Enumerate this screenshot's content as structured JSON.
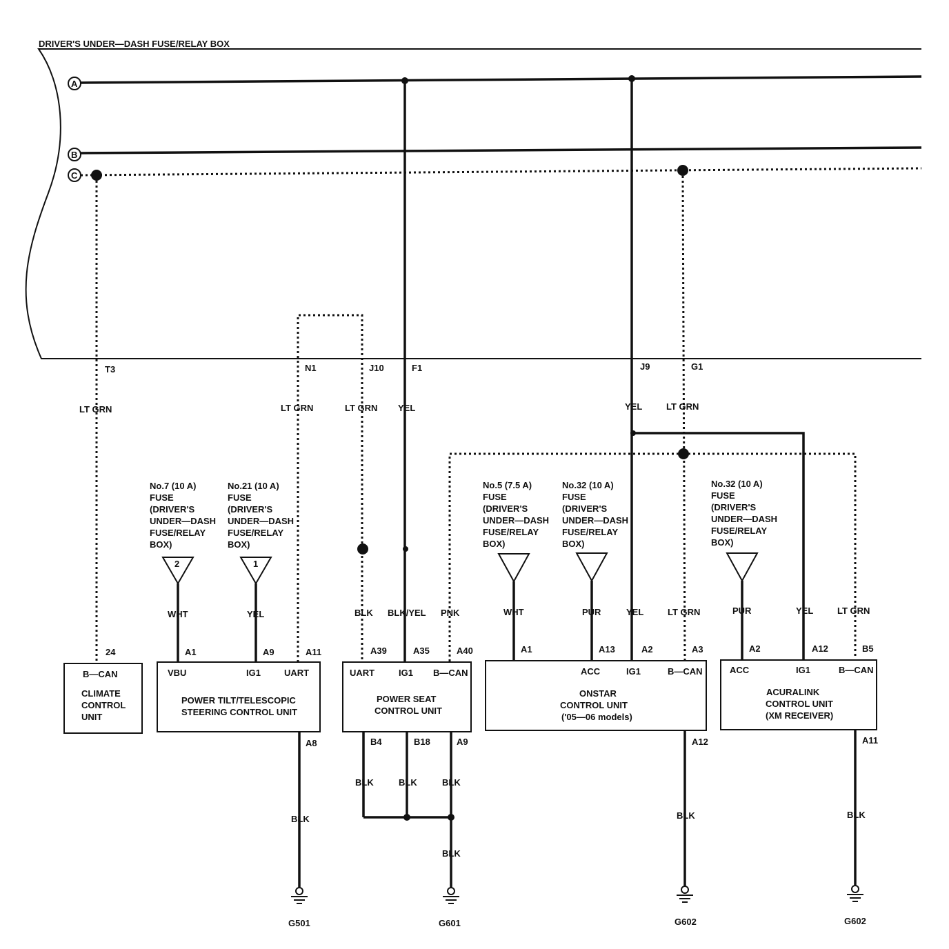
{
  "title": "DRIVER'S UNDER—DASH FUSE/RELAY BOX",
  "buses": {
    "a": "A",
    "b": "B",
    "c": "C"
  },
  "terminals": {
    "t3": "T3",
    "n1": "N1",
    "j10": "J10",
    "f1": "F1",
    "j9": "J9",
    "g1": "G1",
    "climate_24": "24",
    "tilt_a1": "A1",
    "tilt_a9": "A9",
    "tilt_a11": "A11",
    "tilt_a8": "A8",
    "seat_a39": "A39",
    "seat_a35": "A35",
    "seat_a40": "A40",
    "seat_b4": "B4",
    "seat_b18": "B18",
    "seat_a9": "A9",
    "onstar_a1": "A1",
    "onstar_a13": "A13",
    "onstar_a2": "A2",
    "onstar_a3": "A3",
    "onstar_a12": "A12",
    "acura_a2": "A2",
    "acura_a12": "A12",
    "acura_b5": "B5",
    "acura_a11": "A11"
  },
  "wires": {
    "t3": "LT GRN",
    "n1": "LT GRN",
    "j10": "LT GRN",
    "f1": "YEL",
    "j9": "YEL",
    "g1": "LT GRN",
    "tilt_vbu": "WHT",
    "tilt_ig1": "YEL",
    "seat_uart": "BLK",
    "seat_ig1": "BLK/YEL",
    "seat_bcan": "PNK",
    "onstar_wht": "WHT",
    "onstar_pur": "PUR",
    "onstar_yel": "YEL",
    "onstar_ltgrn": "LT GRN",
    "acura_pur": "PUR",
    "acura_yel": "YEL",
    "acura_ltgrn": "LT GRN",
    "tilt_gnd": "BLK",
    "seat_b4": "BLK",
    "seat_b18": "BLK",
    "seat_a9": "BLK",
    "seat_gnd": "BLK",
    "onstar_gnd": "BLK",
    "acura_gnd": "BLK"
  },
  "fuses": {
    "f7": {
      "lines": [
        "No.7 (10 A)",
        "FUSE",
        "(DRIVER'S",
        "UNDER—DASH",
        "FUSE/RELAY",
        "BOX)"
      ],
      "num": "2"
    },
    "f21": {
      "lines": [
        "No.21 (10 A)",
        "FUSE",
        "(DRIVER'S",
        "UNDER—DASH",
        "FUSE/RELAY",
        "BOX)"
      ],
      "num": "1"
    },
    "f5": {
      "lines": [
        "No.5 (7.5 A)",
        "FUSE",
        "(DRIVER'S",
        "UNDER—DASH",
        "FUSE/RELAY",
        "BOX)"
      ]
    },
    "f32a": {
      "lines": [
        "No.32 (10 A)",
        "FUSE",
        "(DRIVER'S",
        "UNDER—DASH",
        "FUSE/RELAY",
        "BOX)"
      ]
    },
    "f32b": {
      "lines": [
        "No.32 (10 A)",
        "FUSE",
        "(DRIVER'S",
        "UNDER—DASH",
        "FUSE/RELAY",
        "BOX)"
      ]
    }
  },
  "units": {
    "climate": {
      "pins": [
        "B—CAN"
      ],
      "name": [
        "CLIMATE",
        "CONTROL",
        "UNIT"
      ]
    },
    "tilt": {
      "pins": [
        "VBU",
        "IG1",
        "UART"
      ],
      "name": [
        "POWER TILT/TELESCOPIC",
        "STEERING CONTROL UNIT"
      ]
    },
    "seat": {
      "pins": [
        "UART",
        "IG1",
        "B—CAN"
      ],
      "name": [
        "POWER SEAT",
        "CONTROL UNIT"
      ]
    },
    "onstar": {
      "pins": [
        "ACC",
        "IG1",
        "B—CAN"
      ],
      "name": [
        "ONSTAR",
        "CONTROL UNIT",
        "('05—06 models)"
      ]
    },
    "acura": {
      "pins": [
        "ACC",
        "IG1",
        "B—CAN"
      ],
      "name": [
        "ACURALINK",
        "CONTROL UNIT",
        "(XM RECEIVER)"
      ]
    }
  },
  "grounds": {
    "g501": "G501",
    "g601": "G601",
    "g602a": "G602",
    "g602b": "G602"
  }
}
